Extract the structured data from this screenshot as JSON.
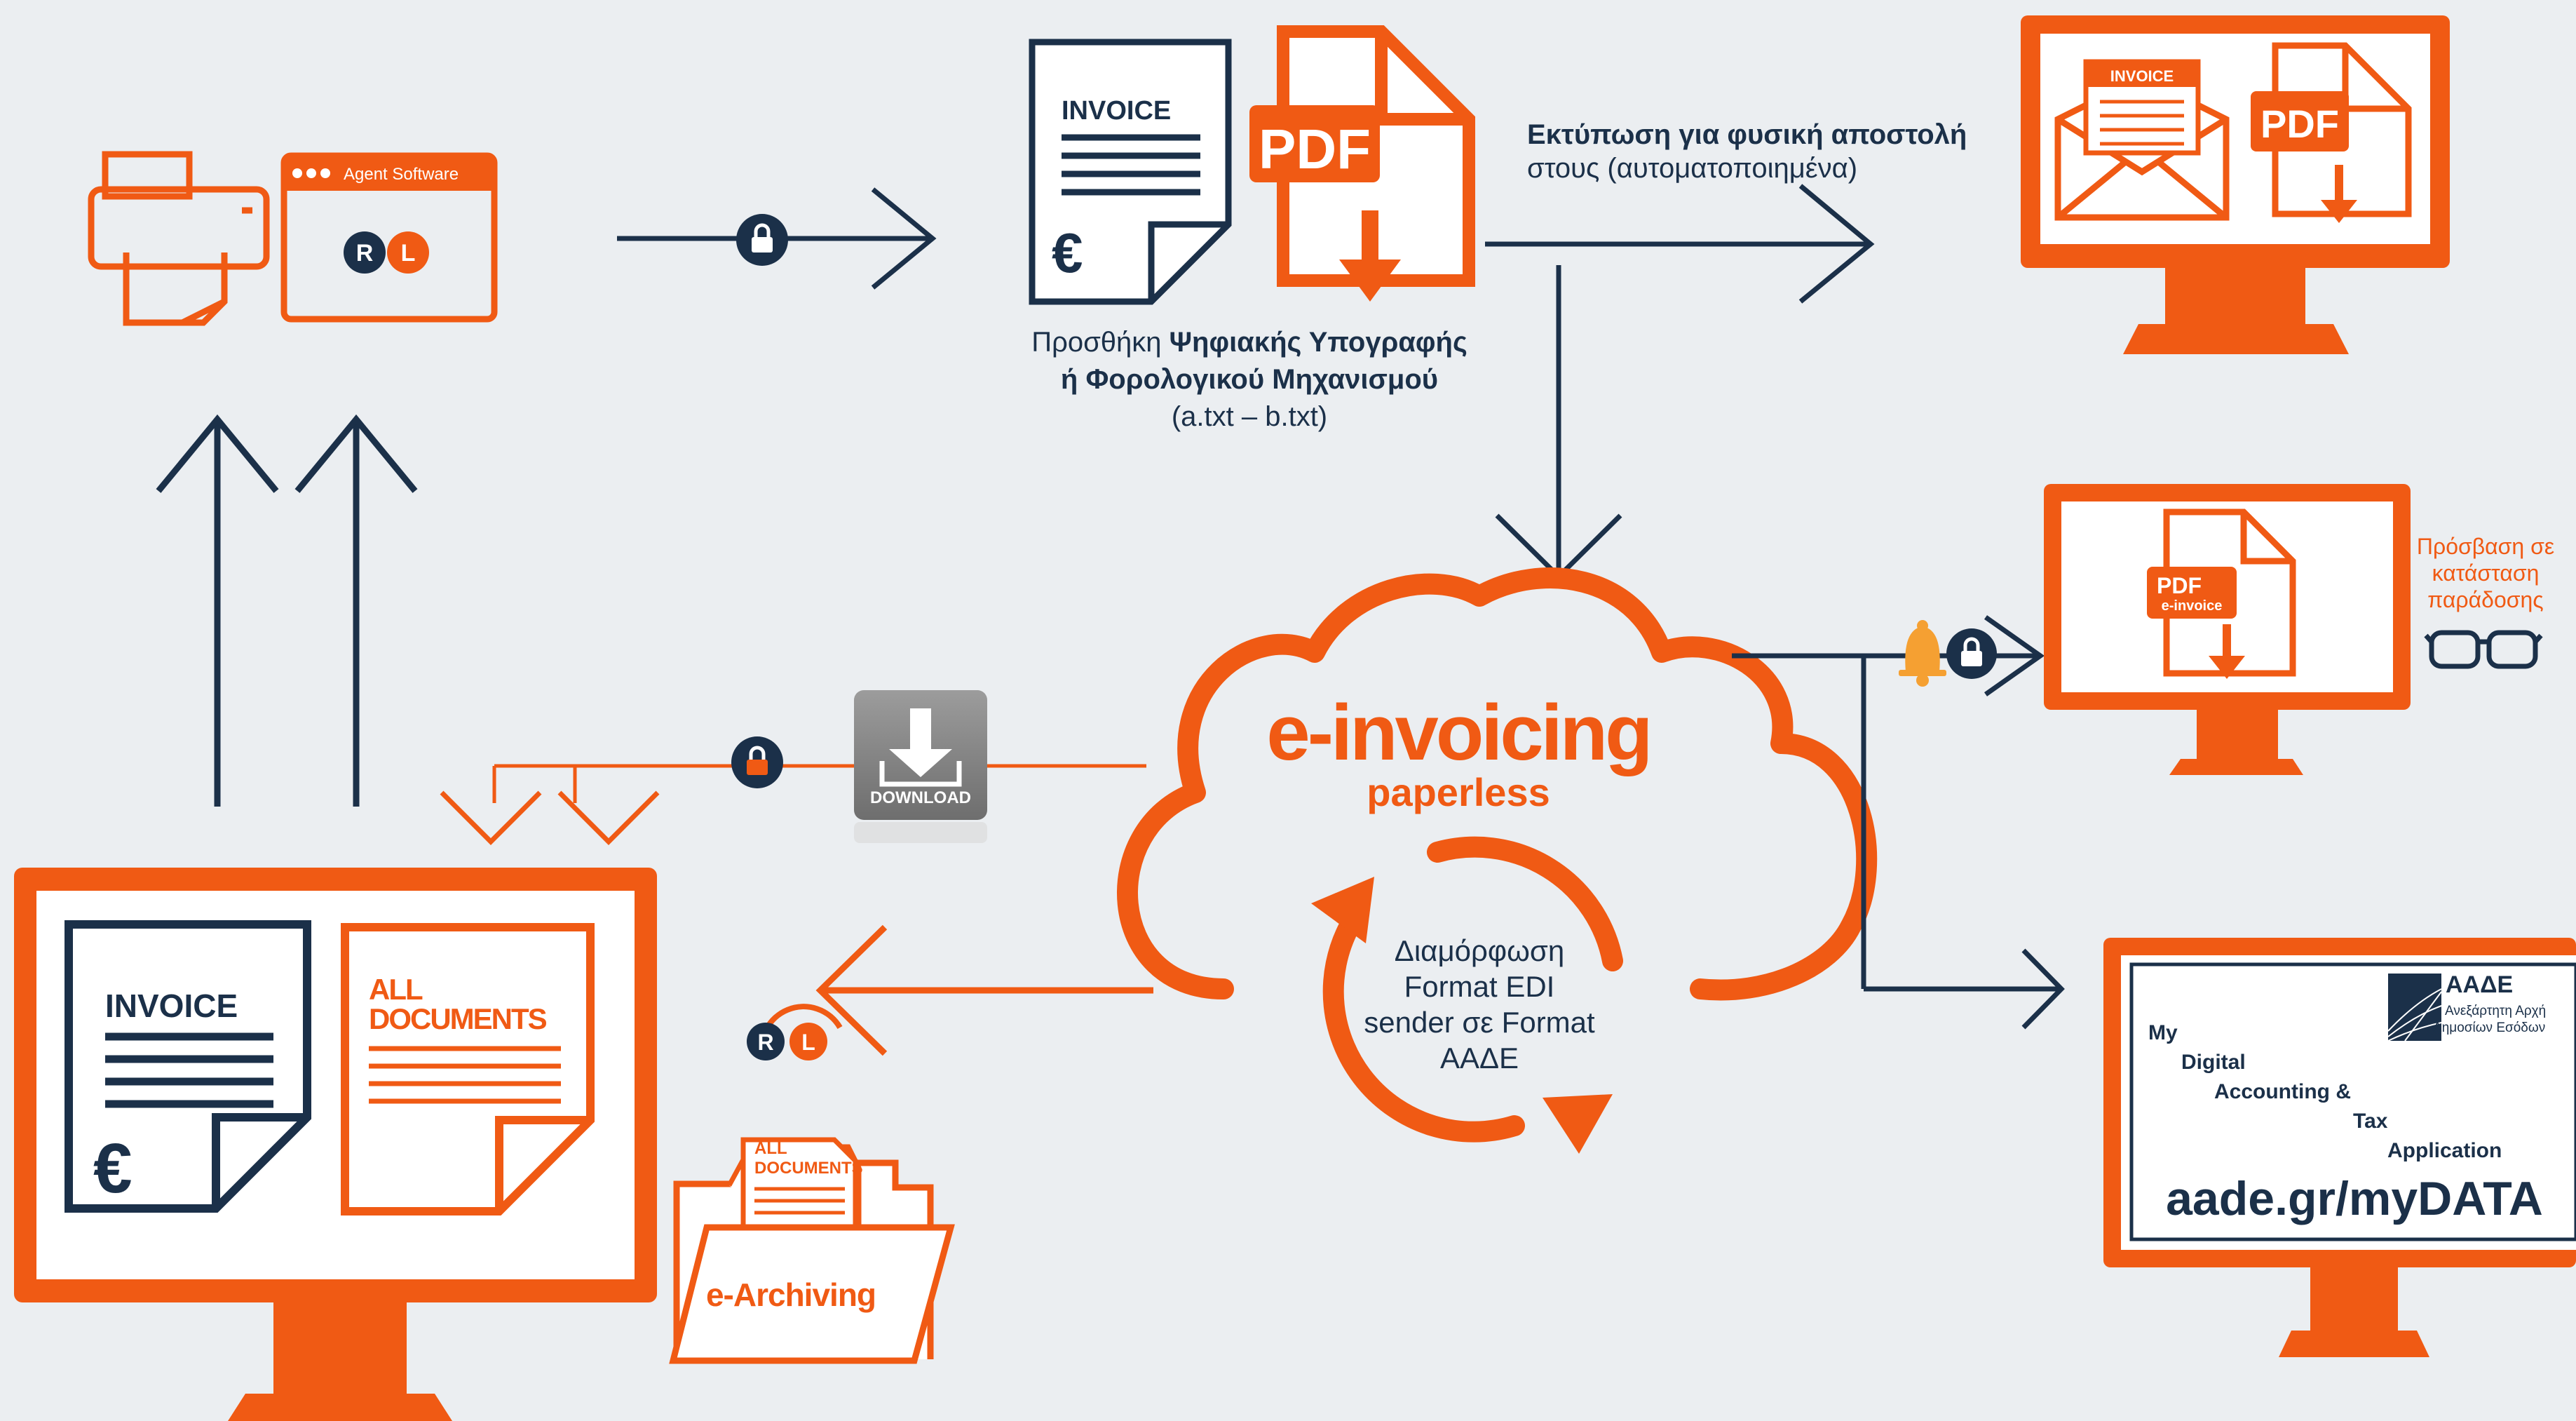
{
  "agent": {
    "software_label": "Agent Software",
    "logo_r": "R",
    "logo_l": "L"
  },
  "invoice_doc": {
    "title": "INVOICE",
    "currency": "€"
  },
  "pdf_doc": {
    "label": "PDF"
  },
  "signature_caption": {
    "prefix": "Προσθήκη",
    "bold_line1": "Ψηφιακής Υπογραφής",
    "bold_line2": "ή Φορολογικού Μηχανισμού",
    "files": "(a.txt – b.txt)"
  },
  "print_label": {
    "bold": "Εκτύπωση για φυσική αποστολή",
    "normal": "στους (αυτοματοποιημένα)"
  },
  "envelope_monitor": {
    "invoice_label": "INVOICE",
    "pdf_label": "PDF"
  },
  "pdf_monitor": {
    "pdf_label": "PDF",
    "einvoice_label": "e-invoice"
  },
  "access_label": {
    "line1": "Πρόσβαση σε",
    "line2": "κατάσταση",
    "line3": "παράδοσης"
  },
  "cloud": {
    "title": "e-invoicing",
    "subtitle": "paperless",
    "process_line1": "Διαμόρφωση",
    "process_line2": "Format EDI",
    "process_line3": "sender σε Format",
    "process_line4": "ΑΑΔΕ"
  },
  "download_button": {
    "label": "DOWNLOAD"
  },
  "archive": {
    "logo_r": "R",
    "logo_l": "L",
    "doc_label_line1": "ALL",
    "doc_label_line2": "DOCUMENTS",
    "folder_label": "e-Archiving"
  },
  "main_monitor": {
    "invoice_title": "INVOICE",
    "currency": "€",
    "all_docs_line1": "ALL",
    "all_docs_line2": "DOCUMENTS"
  },
  "mydata": {
    "aade_logo": "ΑΑΔΕ",
    "aade_sub1": "Ανεξάρτητη Αρχή",
    "aade_sub2": "Δημοσίων Εσόδων",
    "words": [
      "My",
      "Digital",
      "Accounting &",
      "Tax",
      "Application"
    ],
    "url": "aade.gr/myDATA"
  },
  "colors": {
    "orange": "#f05a14",
    "navy": "#1b3049",
    "background": "#ebeef1"
  },
  "icons": [
    "printer-icon",
    "lock-icon",
    "bell-icon",
    "glasses-icon",
    "download-icon",
    "refresh-cycle-icon",
    "envelope-icon",
    "monitor-icon",
    "folder-icon",
    "cloud-icon"
  ]
}
